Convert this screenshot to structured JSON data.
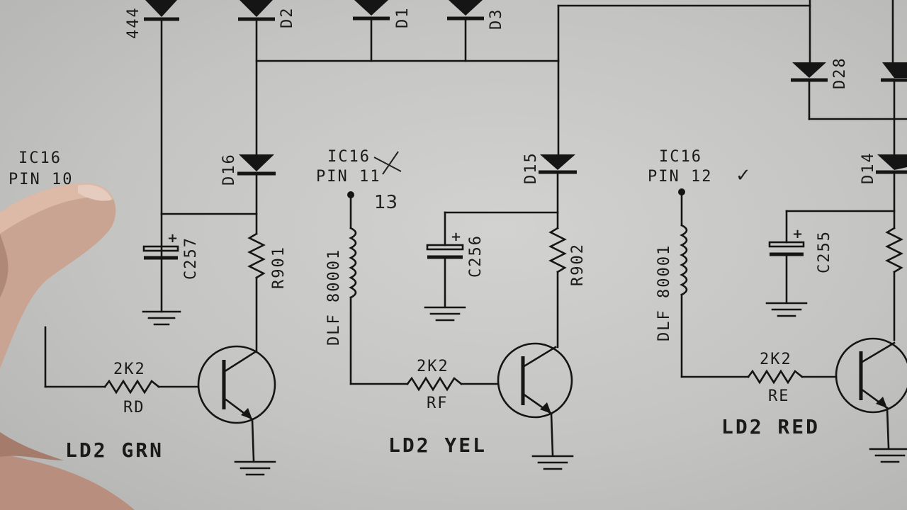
{
  "diodes": {
    "top_left_partial": "444",
    "d2": "D2",
    "d1": "D1",
    "d3": "D3",
    "d28": "D28",
    "d16": "D16",
    "d15": "D15",
    "d14": "D14"
  },
  "grn": {
    "ic_label": "IC16",
    "pin_label": "PIN 10",
    "capacitor": "C257",
    "resistor_main": "R901",
    "resistor_base_value": "2K2",
    "resistor_base_name": "RD",
    "title": "LD2 GRN"
  },
  "yel": {
    "ic_label": "IC16",
    "pin_label": "PIN 11",
    "pin_correction": "13",
    "inductor": "DLF 80001",
    "capacitor": "C256",
    "resistor_main": "R902",
    "resistor_base_value": "2K2",
    "resistor_base_name": "RF",
    "title": "LD2 YEL"
  },
  "red": {
    "ic_label": "IC16",
    "pin_label": "PIN 12",
    "check_mark": "✓",
    "inductor": "DLF 80001",
    "capacitor": "C255",
    "resistor_base_value": "2K2",
    "resistor_base_name": "RE",
    "title": "LD2 RED"
  },
  "capacitor_polarity": "+"
}
